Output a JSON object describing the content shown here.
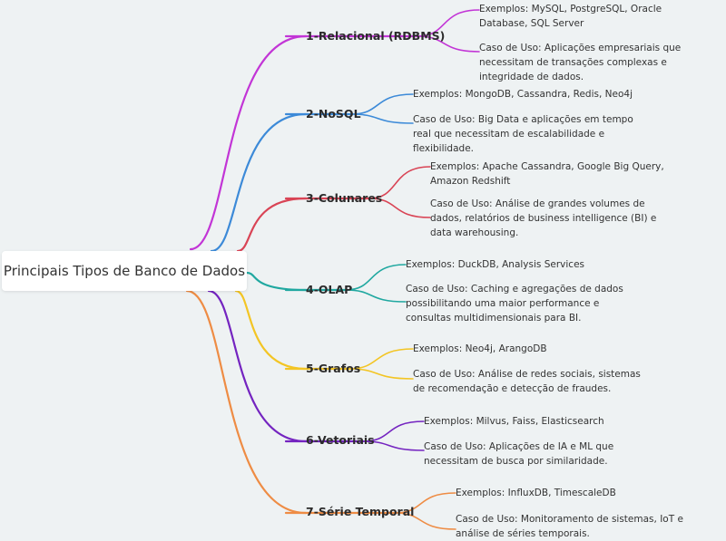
{
  "root": {
    "title": "Principais Tipos de Banco de Dados"
  },
  "branches": [
    {
      "label": "1-Relacional (RDBMS)",
      "color": "#c235d6",
      "examples": "Exemplos: MySQL, PostgreSQL, Oracle Database, SQL Server",
      "use_case": "Caso de Uso: Aplicações empresariais que necessitam de transações complexas e integridade de dados."
    },
    {
      "label": "2-NoSQL",
      "color": "#3c8ad8",
      "examples": "Exemplos: MongoDB, Cassandra, Redis, Neo4j",
      "use_case": "Caso de Uso: Big Data e aplicações em tempo real que necessitam de escalabilidade e flexibilidade."
    },
    {
      "label": "3-Colunares",
      "color": "#d94455",
      "examples": "Exemplos: Apache Cassandra, Google Big Query, Amazon Redshift",
      "use_case": "Caso de Uso: Análise de grandes volumes de dados, relatórios de business intelligence (BI) e data warehousing."
    },
    {
      "label": "4-OLAP",
      "color": "#20a8a0",
      "examples": "Exemplos: DuckDB, Analysis Services",
      "use_case": "Caso de Uso:  Caching e agregações de dados possibilitando uma maior performance e consultas multidimensionais para BI."
    },
    {
      "label": "5-Grafos",
      "color": "#f3c524",
      "examples": "Exemplos: Neo4j, ArangoDB",
      "use_case": "Caso de Uso: Análise de redes sociais, sistemas de recomendação e detecção de fraudes."
    },
    {
      "label": "6-Vetoriais",
      "color": "#7424c0",
      "examples": "Exemplos: Milvus, Faiss, Elasticsearch",
      "use_case": "Caso de Uso: Aplicações de IA e ML que necessitam de busca por similaridade."
    },
    {
      "label": "7-Série Temporal",
      "color": "#ee8c44",
      "examples": "Exemplos: InfluxDB, TimescaleDB",
      "use_case": "Caso de Uso: Monitoramento de sistemas, IoT e análise de séries temporais."
    }
  ]
}
